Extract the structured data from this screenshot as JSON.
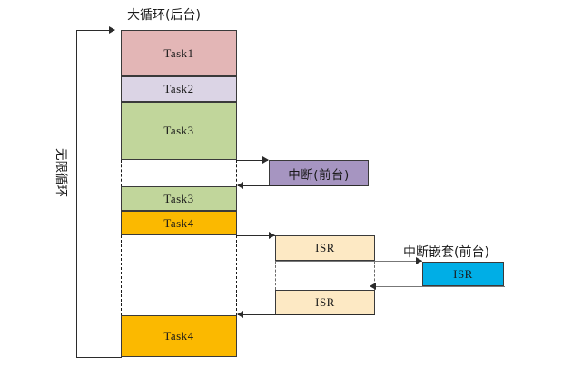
{
  "diagram": {
    "title_main": "大循环(后台)",
    "title_nested": "中断嵌套(前台)",
    "loop_label": "无限循环",
    "blocks": {
      "task1": "Task1",
      "task2": "Task2",
      "task3_a": "Task3",
      "task3_b": "Task3",
      "task4_a": "Task4",
      "task4_b": "Task4",
      "interrupt": "中断(前台)",
      "isr_top": "ISR",
      "isr_bottom": "ISR",
      "isr_nested": "ISR"
    },
    "colors": {
      "task1": "#E3B6B6",
      "task2": "#DBD4E5",
      "task3": "#C1D69B",
      "task4": "#FBB900",
      "interrupt": "#A695C1",
      "isr": "#FDE9C4",
      "isr_nested": "#00AEE6",
      "stroke": "#3a3a3a",
      "line": "#2b2b2b",
      "text": "#1a1a1a"
    }
  }
}
